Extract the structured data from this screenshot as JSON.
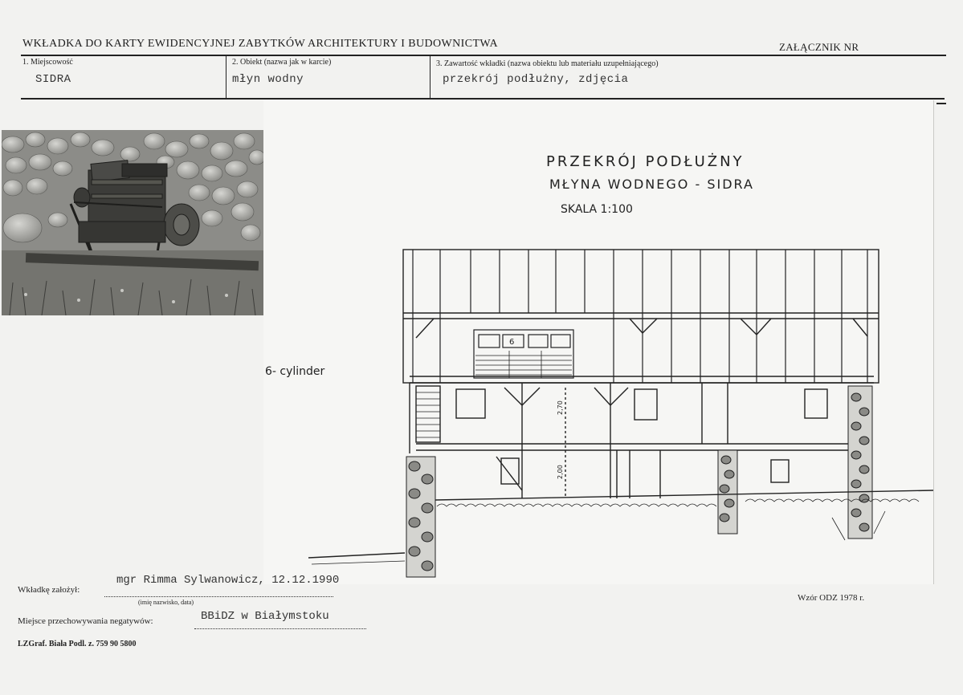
{
  "header": {
    "title": "WKŁADKA DO KARTY EWIDENCYJNEJ ZABYTKÓW ARCHITEKTURY I BUDOWNICTWA",
    "attachment": "ZAŁĄCZNIK NR"
  },
  "fields": {
    "place_label": "1. Miejscowość",
    "place_value": "SIDRA",
    "object_label": "2. Obiekt (nazwa jak w karcie)",
    "object_value": "młyn wodny",
    "content_label": "3. Zawartość wkładki (nazwa obiektu lub materiału uzupełniającego)",
    "content_value": "przekrój podłużny, zdjęcia"
  },
  "drawing": {
    "title_line1": "PRZEKRÓJ PODŁUŻNY",
    "title_line2": "MŁYNA WODNEGO - SIDRA",
    "scale": "SKALA 1:100",
    "annotation": "6- cylinder",
    "marker": "6",
    "dim_upper": "2,70",
    "dim_lower": "2,00"
  },
  "footer": {
    "author_label": "Wkładkę założył:",
    "author_value": "mgr Rimma Sylwanowicz, 12.12.1990",
    "author_hint": "(imię nazwisko, data)",
    "storage_label": "Miejsce przechowywania negatywów:",
    "storage_value": "BBiDZ w Białymstoku",
    "printer": "LZGraf. Biała Podl. z. 759 90 5800",
    "form": "Wzór ODZ 1978 r."
  },
  "colors": {
    "paper": "#f2f2f0",
    "ink": "#222222",
    "typewriter": "#333333"
  }
}
